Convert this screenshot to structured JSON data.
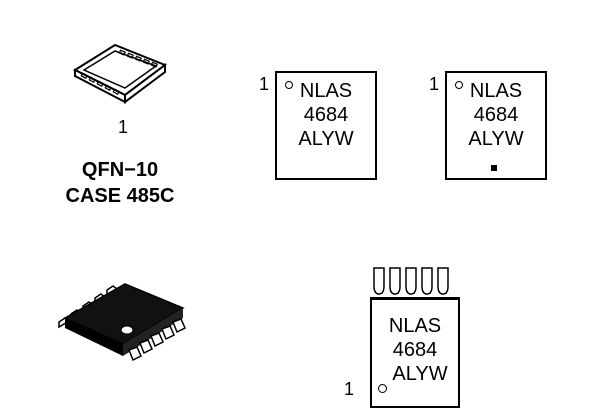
{
  "qfn": {
    "pin1_label": "1",
    "caption_line1": "QFN−10",
    "caption_line2": "CASE 485C"
  },
  "marking1": {
    "pin1_label": "1",
    "lines": [
      "NLAS",
      "4684",
      "ALYW"
    ]
  },
  "marking2": {
    "pin1_label": "1",
    "lines": [
      "NLAS",
      "4684",
      "ALYW"
    ]
  },
  "msop_marking": {
    "pin1_label": "1",
    "lines": [
      "NLAS",
      "4684",
      "ALYW"
    ]
  }
}
